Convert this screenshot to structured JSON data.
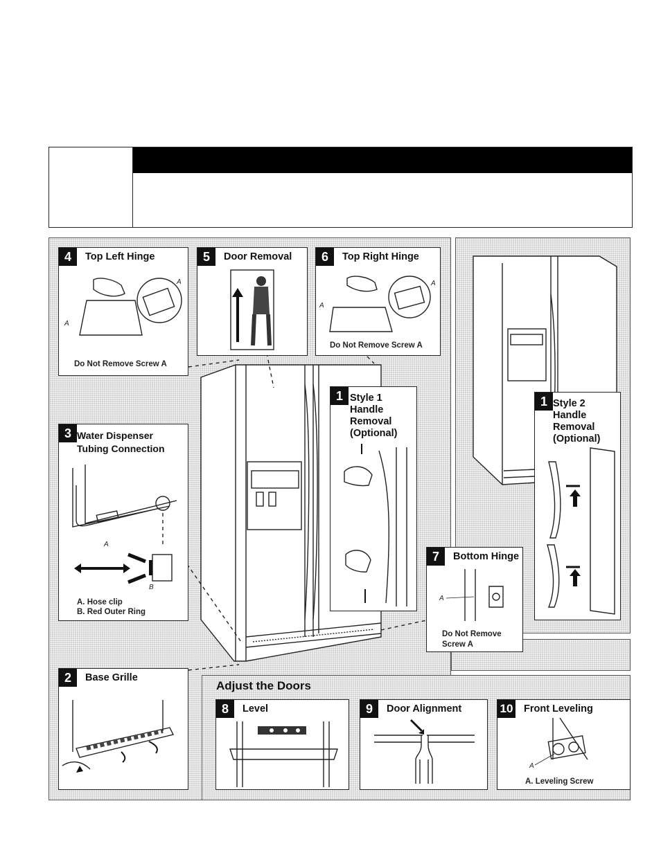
{
  "panels": {
    "top_left_hinge": {
      "num": "4",
      "title": "Top Left Hinge",
      "note": "Do Not Remove Screw A",
      "callout": "A"
    },
    "door_removal": {
      "num": "5",
      "title": "Door Removal"
    },
    "top_right_hinge": {
      "num": "6",
      "title": "Top Right Hinge",
      "note": "Do Not Remove Screw A",
      "callout": "A"
    },
    "style1": {
      "num": "1",
      "title": "Style 1 Handle Removal (Optional)"
    },
    "style2": {
      "num": "1",
      "title": "Style 2 Handle Removal (Optional)"
    },
    "water": {
      "num": "3",
      "title": "Water Dispenser Tubing Connection",
      "label_a": "A",
      "label_b": "B",
      "legend_a": "A. Hose clip",
      "legend_b": "B. Red Outer Ring"
    },
    "bottom_hinge": {
      "num": "7",
      "title": "Bottom Hinge",
      "note_line1": "Do Not Remove",
      "note_line2": "Screw A",
      "callout": "A"
    },
    "base_grille": {
      "num": "2",
      "title": "Base Grille"
    },
    "adjust": {
      "title": "Adjust the Doors"
    },
    "level": {
      "num": "8",
      "title": "Level"
    },
    "door_alignment": {
      "num": "9",
      "title": "Door Alignment"
    },
    "front_leveling": {
      "num": "10",
      "title": "Front Leveling",
      "callout": "A",
      "legend": "A. Leveling Screw"
    }
  }
}
